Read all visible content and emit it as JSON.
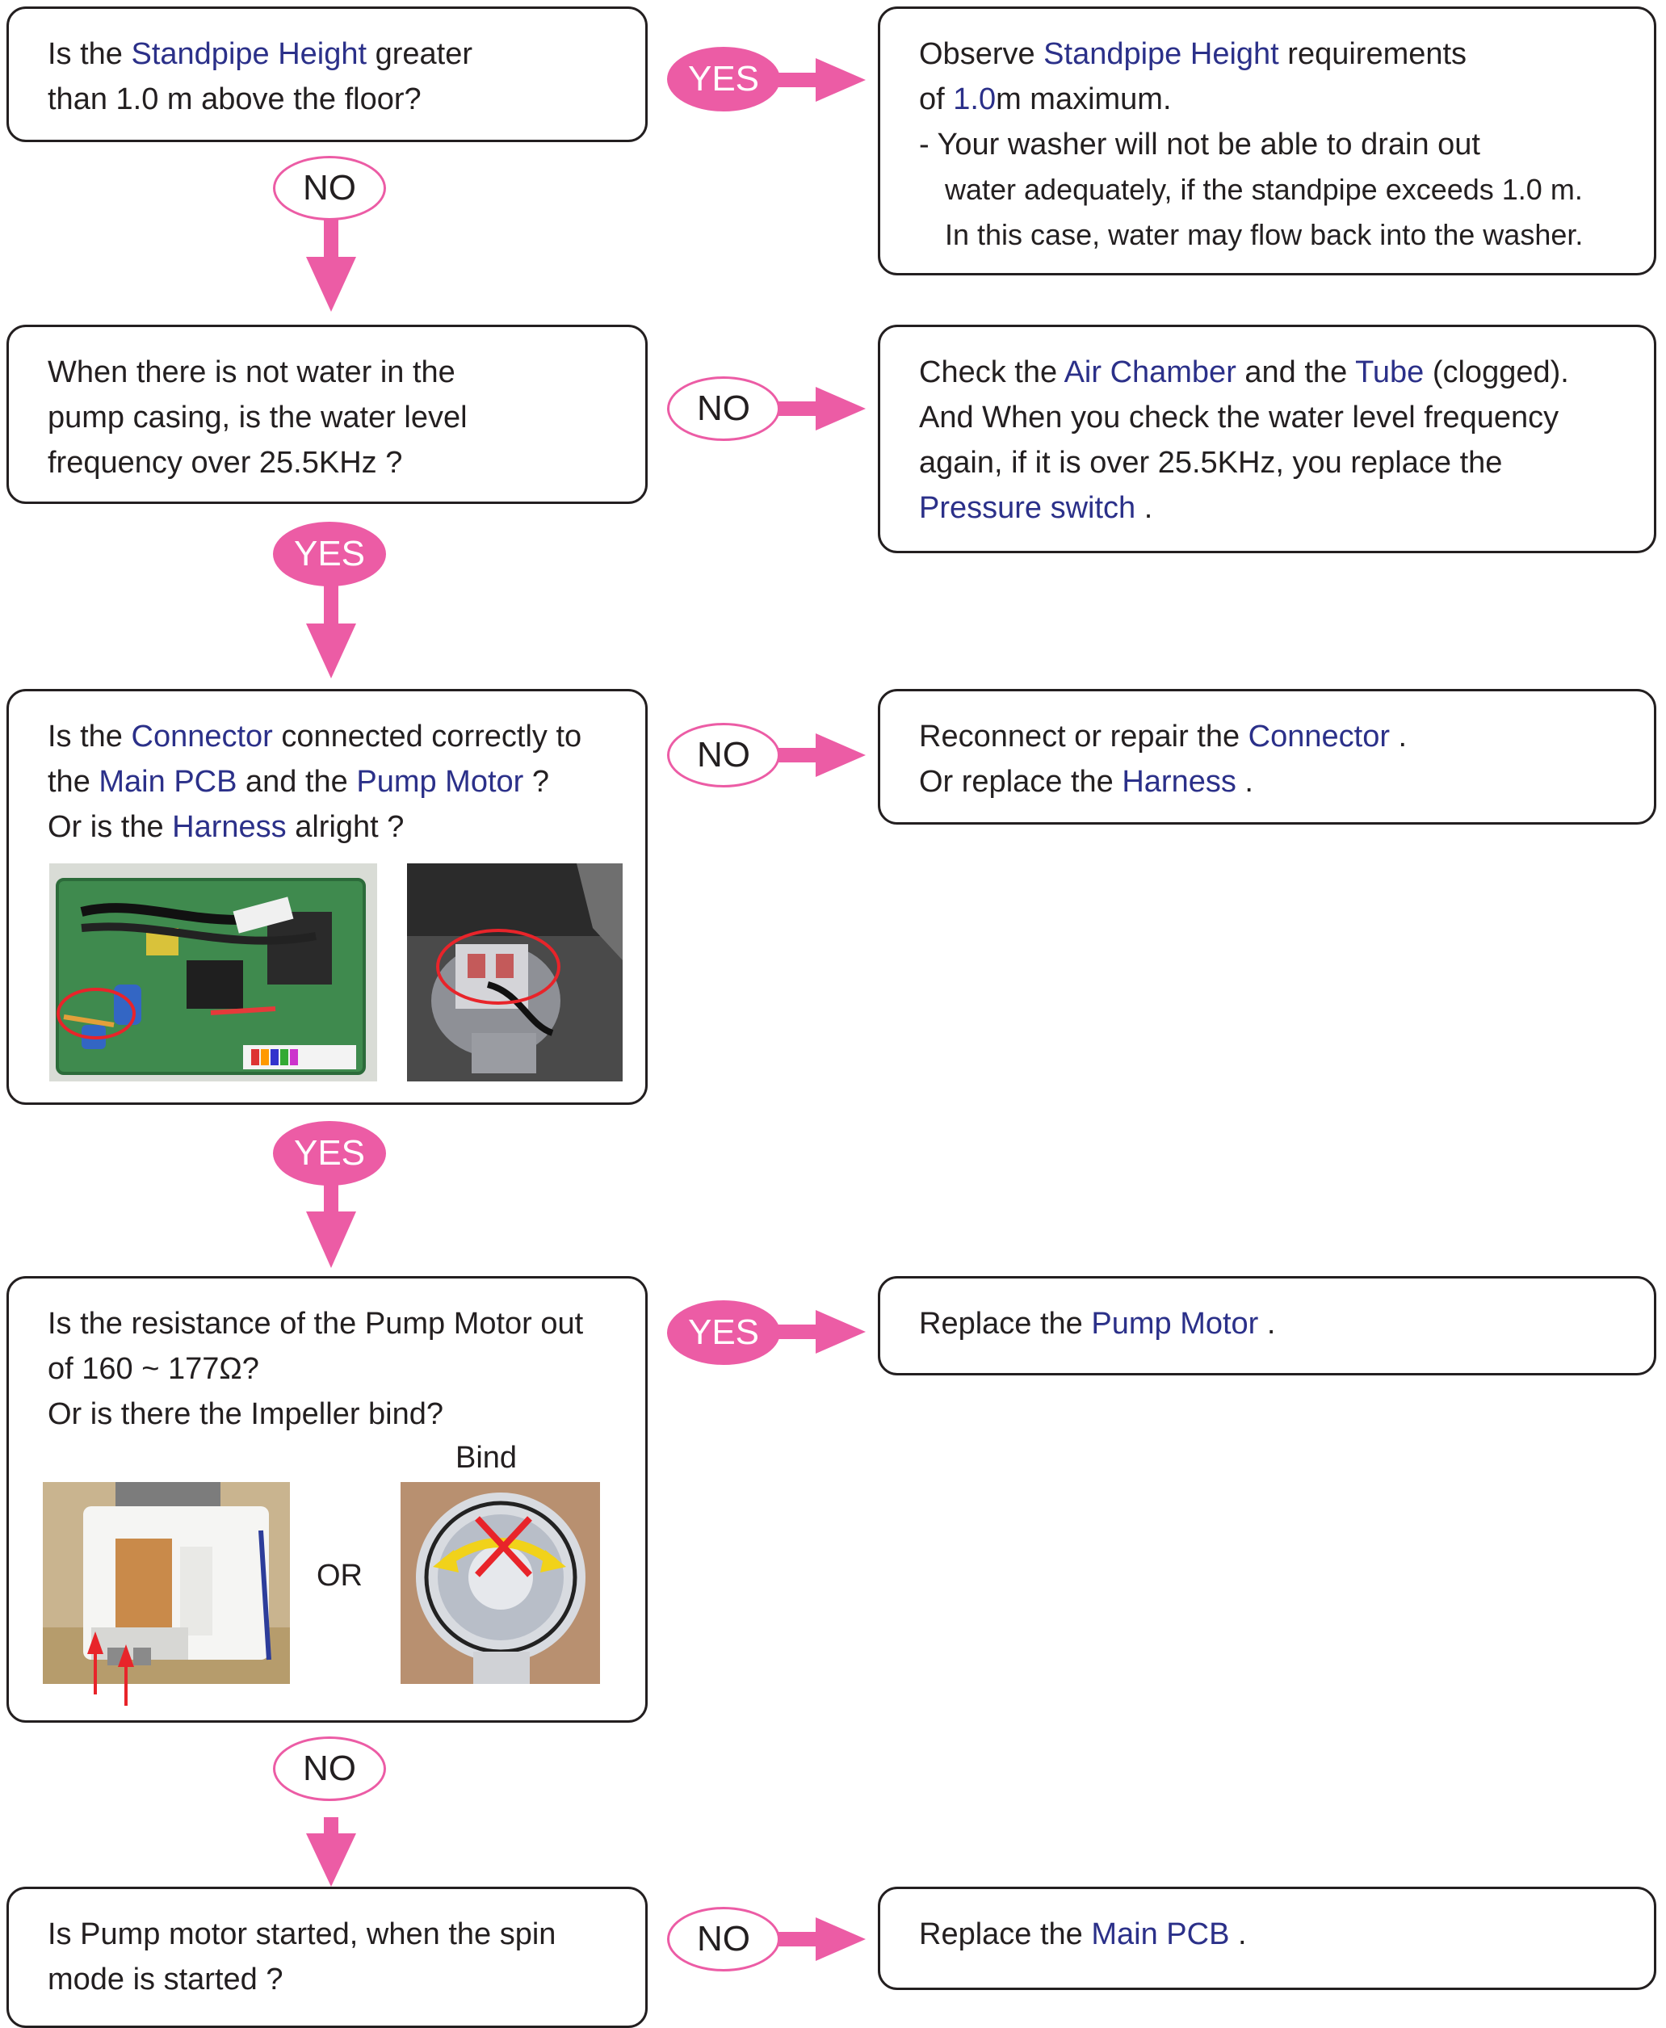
{
  "colors": {
    "highlight": "#2b3089",
    "badge": "#ec5ca5",
    "text": "#231f20",
    "annotation": "#e8242a"
  },
  "badges": {
    "yes": "YES",
    "no": "NO"
  },
  "q1": {
    "l1a": "Is the ",
    "l1b": "Standpipe Height",
    "l1c": "   greater",
    "l2": "than 1.0 m above the floor?"
  },
  "a1": {
    "l1a": "Observe ",
    "l1b": "Standpipe Height",
    "l1c": "   requirements",
    "l2a": "of ",
    "l2b": "1.0",
    "l2c": "m maximum.",
    "l3": "-  Your washer will not be able to drain out",
    "l4": "water adequately, if the standpipe exceeds 1.0 m.",
    "l5": "In this case, water may flow back into the washer."
  },
  "q2": {
    "l1": "When there is not water in the",
    "l2": "pump casing, is the water level",
    "l3": "frequency over 25.5KHz  ?"
  },
  "a2": {
    "l1a": "Check the ",
    "l1b": "Air Chamber",
    "l1c": "   and the ",
    "l1d": "Tube",
    "l1e": "  (clogged).",
    "l2": "And When you check the water level frequency",
    "l3": "again, if it is over 25.5KHz, you replace the",
    "l4a": "Pressure switch",
    "l4b": "   ."
  },
  "q3": {
    "l1a": "Is the ",
    "l1b": "Connector",
    "l1c": "   connected correctly to",
    "l2a": "the ",
    "l2b": "Main PCB",
    "l2c": "  and the ",
    "l2d": "Pump Motor",
    "l2e": "   ?",
    "l3a": "Or is the ",
    "l3b": "Harness",
    "l3c": "  alright ?"
  },
  "a3": {
    "l1a": "Reconnect or repair the ",
    "l1b": "Connector",
    "l1c": "  .",
    "l2a": "Or replace the ",
    "l2b": "Harness",
    "l2c": " ."
  },
  "q4": {
    "l1": "Is the resistance of the Pump Motor out",
    "l2": "of 160 ~ 177Ω?",
    "l3": "Or is there the Impeller bind?",
    "bind_label": "Bind",
    "or_label": "OR"
  },
  "a4": {
    "l1a": "Replace the ",
    "l1b": "Pump Motor",
    "l1c": "  ."
  },
  "q5": {
    "l1": "Is Pump motor started, when the spin",
    "l2": "mode is started ?"
  },
  "a5": {
    "l1a": "Replace the ",
    "l1b": "Main PCB",
    "l1c": " ."
  }
}
